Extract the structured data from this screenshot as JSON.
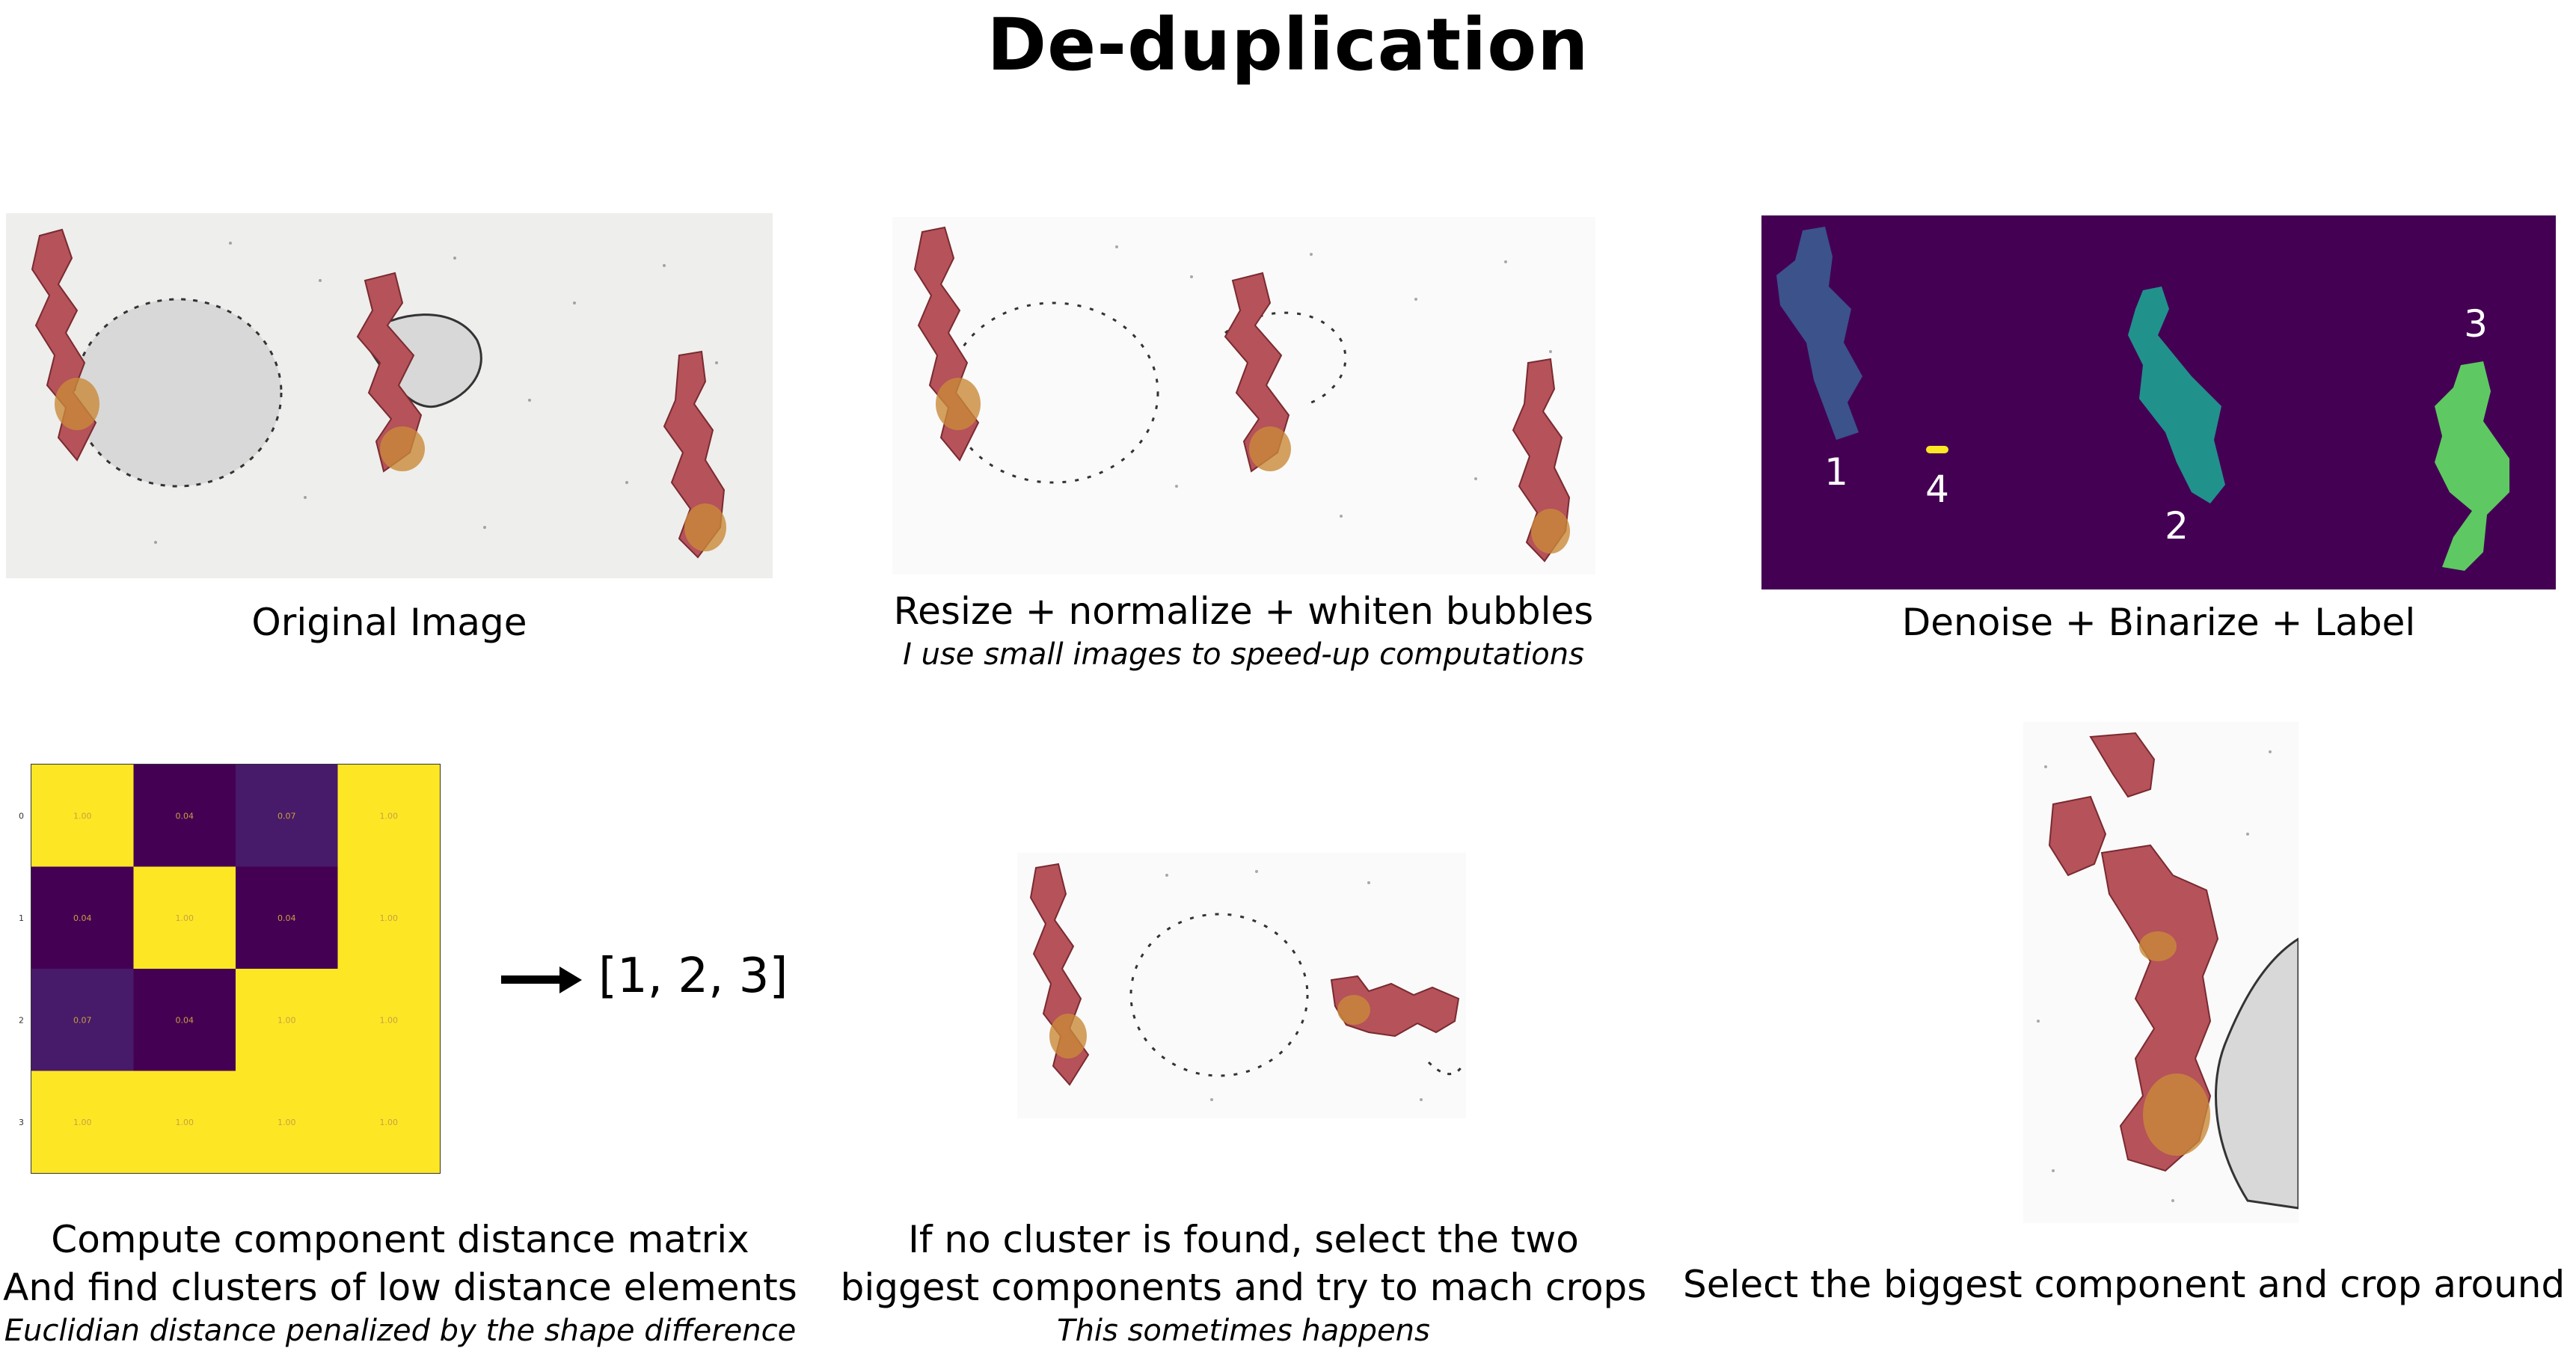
{
  "title": "De-duplication",
  "panels": {
    "original": {
      "caption": "Original Image"
    },
    "resize": {
      "caption": "Resize + normalize + whiten bubbles",
      "note": "I use small images to speed-up computations"
    },
    "label": {
      "caption": "Denoise + Binarize + Label",
      "component_labels": [
        "1",
        "4",
        "2",
        "3"
      ]
    },
    "matrix": {
      "caption_line1": "Compute component distance matrix",
      "caption_line2": "And find clusters of low distance elements",
      "note": "Euclidian distance penalized by the shape difference",
      "result": "[1, 2, 3]"
    },
    "match": {
      "caption_line1": "If no cluster is found, select the two",
      "caption_line2": "biggest components and try to mach crops",
      "note": "This sometimes happens"
    },
    "crop": {
      "caption": "Select the biggest component and crop around it"
    }
  },
  "chart_data": {
    "type": "heatmap",
    "x": [
      "0",
      "1",
      "2",
      "3"
    ],
    "y": [
      "0",
      "1",
      "2",
      "3"
    ],
    "values": [
      [
        "1.00",
        "0.04",
        "0.07",
        "1.00"
      ],
      [
        "0.04",
        "1.00",
        "0.04",
        "1.00"
      ],
      [
        "0.07",
        "0.04",
        "1.00",
        "1.00"
      ],
      [
        "1.00",
        "1.00",
        "1.00",
        "1.00"
      ]
    ],
    "colors": {
      "low": "#440154",
      "lowish": "#471a6a",
      "high": "#fde725",
      "text": "#c8a040"
    }
  },
  "colors": {
    "background_dark": "#440154",
    "component_1": "#3b528b",
    "component_2": "#21918c",
    "component_3": "#5ec962",
    "component_4": "#fde725",
    "tissue": "#b5525a",
    "bubble": "#e6e6e6"
  }
}
